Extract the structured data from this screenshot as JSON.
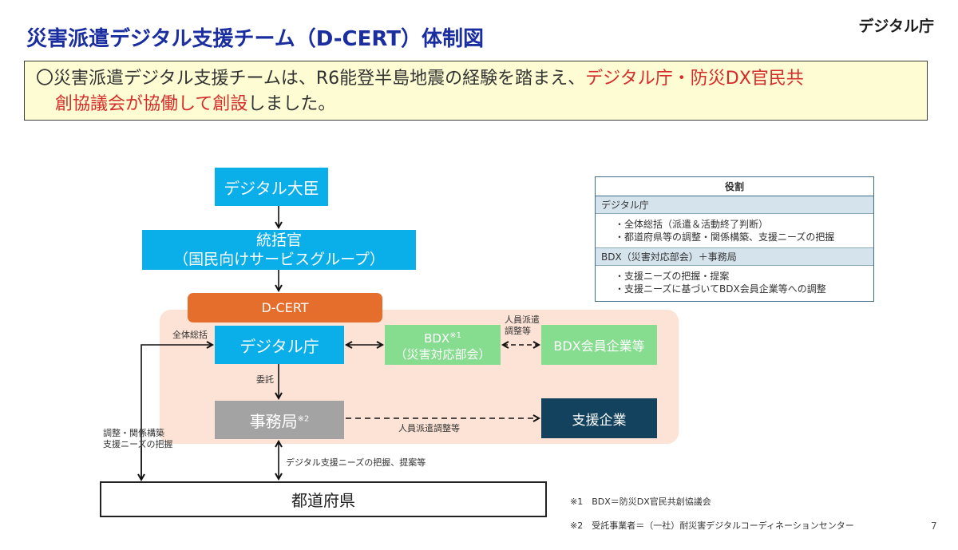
{
  "header": {
    "title": "災害派遣デジタル支援チーム（D-CERT）体制図",
    "agency": "デジタル庁"
  },
  "summary": {
    "line1_black": "〇災害派遣デジタル支援チームは、R6能登半島地震の経験を踏まえ、",
    "line1_red": "デジタル庁・防災DX官民共",
    "line2_red": "創協議会が協働して創設",
    "line2_black": "しました。"
  },
  "diagram": {
    "minister": "デジタル大臣",
    "supervisor_line1": "統括官",
    "supervisor_line2": "（国民向けサービスグループ）",
    "dcert": "D-CERT",
    "digital_agency": "デジタル庁",
    "bdx_line1": "BDX",
    "bdx_note": "※1",
    "bdx_line2": "（災害対応部会）",
    "bdx_members": "BDX会員企業等",
    "secretariat": "事務局",
    "secretariat_note": "※2",
    "support_companies": "支援企業",
    "prefectures": "都道府県",
    "labels": {
      "overall": "全体総括",
      "commission": "委託",
      "staff_dispatch_line1": "人員派遣",
      "staff_dispatch_line2": "調整等",
      "staff_dispatch_coord": "人員派遣調整等",
      "coordination_line1": "調整・関係構築",
      "coordination_line2": "支援ニーズの把握",
      "digital_needs": "デジタル支援ニーズの把握、提案等"
    },
    "colors": {
      "blue": "#0aaee8",
      "orange": "#e66e2d",
      "green": "#87dd8f",
      "gray": "#a3a3a3",
      "navy": "#12425e",
      "panel": "#fde3d6"
    }
  },
  "roles": {
    "heading": "役割",
    "sections": [
      {
        "name": "デジタル庁",
        "items": [
          "・全体総括（派遣＆活動終了判断）",
          "・都道府県等の調整・関係構築、支援ニーズの把握"
        ]
      },
      {
        "name": "BDX（災害対応部会）＋事務局",
        "items": [
          "・支援ニーズの把握・提案",
          "・支援ニーズに基づいてBDX会員企業等への調整"
        ]
      }
    ]
  },
  "footnotes": [
    "※1　BDX＝防災DX官民共創協議会",
    "※2　受託事業者＝（一社）耐災害デジタルコーディネーションセンター"
  ],
  "page_number": "7"
}
